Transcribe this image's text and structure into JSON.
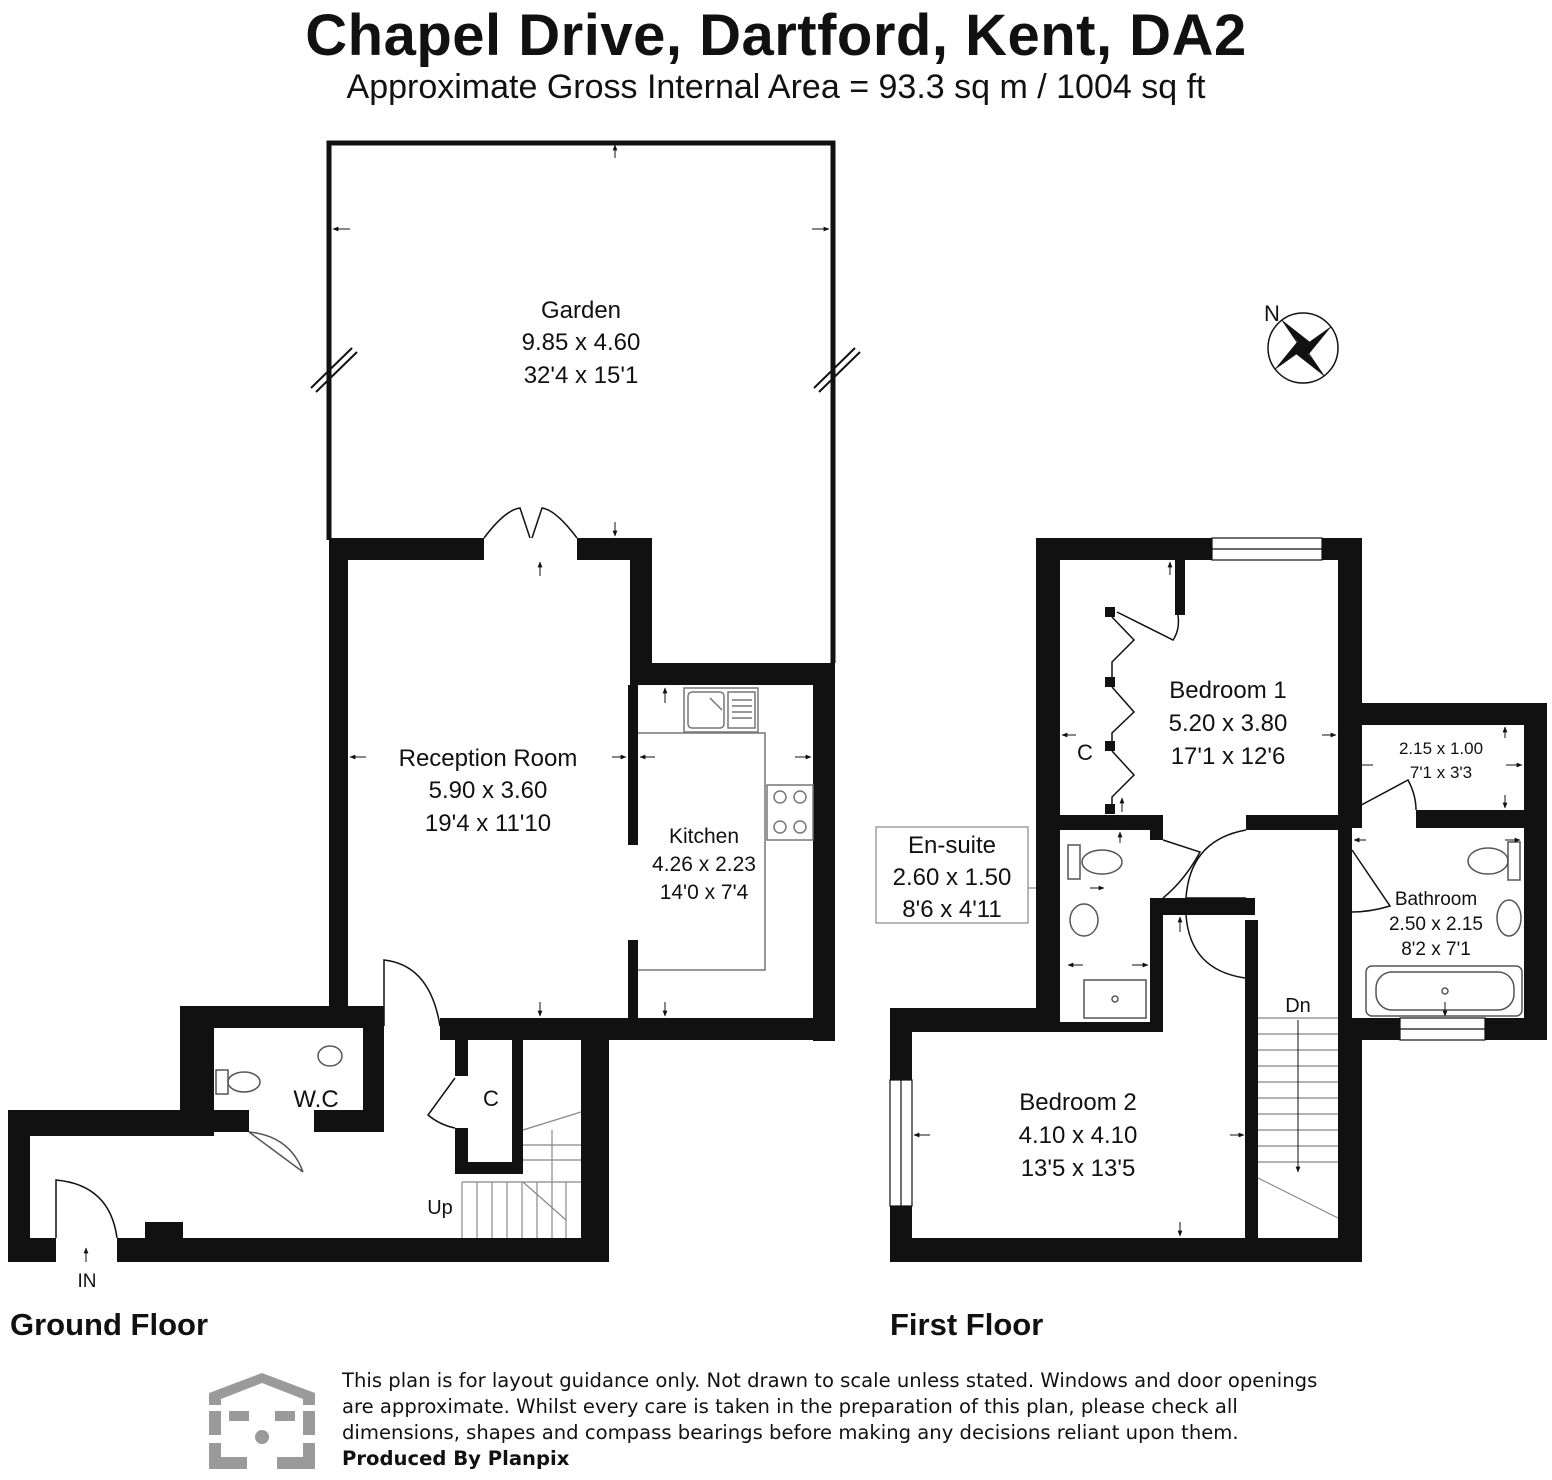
{
  "header": {
    "title": "Chapel Drive, Dartford, Kent, DA2",
    "area": "Approximate Gross Internal Area = 93.3 sq m / 1004 sq ft"
  },
  "floors": {
    "ground": {
      "label": "Ground Floor",
      "garden": {
        "name": "Garden",
        "metric": "9.85 x 4.60",
        "imperial": "32'4 x 15'1"
      },
      "reception": {
        "name": "Reception Room",
        "metric": "5.90 x 3.60",
        "imperial": "19'4 x 11'10"
      },
      "kitchen": {
        "name": "Kitchen",
        "metric": "4.26 x 2.23",
        "imperial": "14'0 x 7'4"
      },
      "wc": {
        "name": "W.C"
      },
      "cupboard": {
        "name": "C"
      },
      "stairs": "Up",
      "entrance": "IN"
    },
    "first": {
      "label": "First Floor",
      "bedroom1": {
        "name": "Bedroom 1",
        "metric": "5.20 x 3.80",
        "imperial": "17'1 x 12'6"
      },
      "cupboard": {
        "name": "C"
      },
      "small_room": {
        "metric": "2.15 x 1.00",
        "imperial": "7'1 x 3'3"
      },
      "ensuite": {
        "name": "En-suite",
        "metric": "2.60 x 1.50",
        "imperial": "8'6 x 4'11"
      },
      "bathroom": {
        "name": "Bathroom",
        "metric": "2.50 x 2.15",
        "imperial": "8'2 x 7'1"
      },
      "bedroom2": {
        "name": "Bedroom 2",
        "metric": "4.10 x 4.10",
        "imperial": "13'5 x 13'5"
      },
      "stairs": "Dn"
    }
  },
  "compass": {
    "label": "N"
  },
  "footer": {
    "disclaimer_line1": "This plan is for layout guidance only. Not drawn to scale unless stated. Windows and door openings",
    "disclaimer_line2": "are approximate. Whilst every care is taken in the preparation of this plan, please check all",
    "disclaimer_line3": "dimensions, shapes and compass bearings before making any decisions reliant upon them.",
    "producer": "Produced By Planpix"
  },
  "colors": {
    "wall": "#111111",
    "fixture": "#888888",
    "logo": "#9a9a9a"
  }
}
